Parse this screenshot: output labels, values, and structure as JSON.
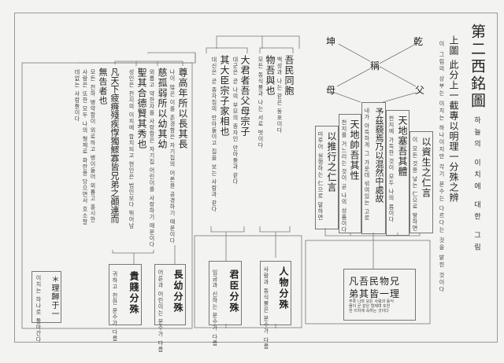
{
  "title": "第二西銘圖",
  "title_ko": "하늘의 이치에 대한 그림",
  "intro": "上圖 此分上一截專以明理一分殊之辨",
  "intro_ko": "이 그림의 상부는 이치는 하나이지만 각기 분수는 다르다는 것을 밝힌 것이다",
  "cross": {
    "qian": "乾",
    "kun": "坤",
    "cheng": "稱",
    "fu": "父",
    "mu": "母"
  },
  "right_boxes": [
    {
      "hanja": "以資生之仁言",
      "ko": "이 모든 것을 낳는 仁으로 말하면"
    },
    {
      "hanja": "天地塞吾其體",
      "ko": "천지에 가득한 것이 모두 나의 몸이다"
    },
    {
      "hanja": "予茲藐焉乃以混然中處故",
      "ko": "내가 아득하게 그 가운데 섞여있는 고로"
    },
    {
      "hanja": "天地帥吾其性",
      "ko": "천지를 거느리는 것이 곧 나의 성품이다"
    },
    {
      "hanja": "以推行之仁言",
      "ko": "미루어 실행하는 仁으로 말하면"
    }
  ],
  "summary_box": {
    "hanja_1": "凡吾民物兄",
    "hanja_2": "弟其皆一理",
    "ko": "무릇 나와 모든 사람과 동식물이 곧 같은 형제며 또한 한 이치에 속하는 것이다"
  },
  "middle_columns": [
    {
      "hanja": "吾民同胞",
      "ko": "백성과 나는 같은 동포이다"
    },
    {
      "hanja": "物吾與也",
      "ko": "모든 동식물과 나는 서로 벗이다"
    },
    {
      "hanja": "大君者吾父母宗子",
      "ko": "대군은 곧 나의 부모의 종자인 만아들과 같다"
    },
    {
      "hanja": "其大臣宗子家相也",
      "ko": "대신은 곧 종자집의 만아들이고 집을 보는 사람과 같다"
    }
  ],
  "left_columns": [
    {
      "hanja": "尊高年所以長其長",
      "ko": "나이 많은 이를 존경함은 자기집의 어른을 공경하기 때문이다"
    },
    {
      "hanja": "慈孤弱所以幼其幼",
      "ko": "외롭고 약한자를 사랑함은 자기집 어린이를 사랑하기 때문이다"
    },
    {
      "hanja": "聖其合德賢其秀也",
      "ko": "성인은 천지의 이치에 합치되고 현인은 범인보다 뛰어남"
    },
    {
      "hanja_1": "凡天下疲癃殘疾惸獨鰥寡皆兄弟之顚連而",
      "hanja_2": "無告者也",
      "ko_1": "모든 천하 병약함이 외로하고 병이들어 외롭고 홀시한",
      "ko_2": "사람은 또한 모두 나의 형제로 화란을 당으면서 호소할",
      "ko_3": "데없는 사람들이다"
    }
  ],
  "bottom_boxes": [
    {
      "hanja": "人物分殊",
      "ko": "사람과 동식물은 분수가 다름"
    },
    {
      "hanja": "君臣分殊",
      "ko": "임금과 신하는 분수가 다름"
    },
    {
      "hanja": "長幼分殊",
      "ko": "어른과 어린이는 분수가 다름"
    },
    {
      "hanja": "貴賤分殊",
      "ko": "귀하고 천한 분수가 다름"
    }
  ],
  "note_box": {
    "hanja": "＊理歸于一",
    "ko": "이치는 하나로 돌아간다"
  }
}
